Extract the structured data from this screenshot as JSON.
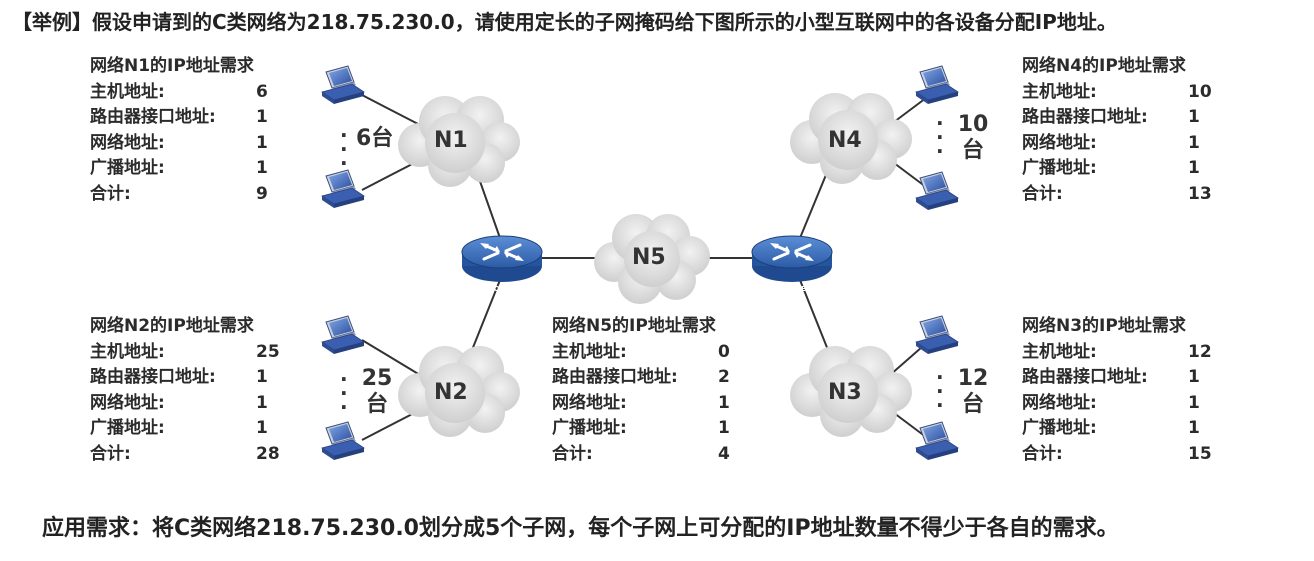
{
  "title": "【举例】假设申请到的C类网络为218.75.230.0，请使用定长的子网掩码给下图所示的小型互联网中的各设备分配IP地址。",
  "footer": "应用需求：将C类网络218.75.230.0划分成5个子网，每个子网上可分配的IP地址数量不得少于各自的需求。",
  "networks": {
    "n1": "N1",
    "n2": "N2",
    "n3": "N3",
    "n4": "N4",
    "n5": "N5"
  },
  "host_counts": {
    "n1": "6台",
    "n2_num": "25",
    "n2_unit": "台",
    "n3_num": "12",
    "n3_unit": "台",
    "n4_num": "10",
    "n4_unit": "台"
  },
  "router_label": "ROUTER",
  "requirements": {
    "n1": {
      "title": "网络N1的IP地址需求",
      "rows": [
        {
          "label": "主机地址:",
          "value": "6"
        },
        {
          "label": "路由器接口地址:",
          "value": "1"
        },
        {
          "label": "网络地址:",
          "value": "1"
        },
        {
          "label": "广播地址:",
          "value": "1"
        },
        {
          "label": "合计:",
          "value": "9"
        }
      ]
    },
    "n2": {
      "title": "网络N2的IP地址需求",
      "rows": [
        {
          "label": "主机地址:",
          "value": "25"
        },
        {
          "label": "路由器接口地址:",
          "value": "1"
        },
        {
          "label": "网络地址:",
          "value": "1"
        },
        {
          "label": "广播地址:",
          "value": "1"
        },
        {
          "label": "合计:",
          "value": "28"
        }
      ]
    },
    "n3": {
      "title": "网络N3的IP地址需求",
      "rows": [
        {
          "label": "主机地址:",
          "value": "12"
        },
        {
          "label": "路由器接口地址:",
          "value": "1"
        },
        {
          "label": "网络地址:",
          "value": "1"
        },
        {
          "label": "广播地址:",
          "value": "1"
        },
        {
          "label": "合计:",
          "value": "15"
        }
      ]
    },
    "n4": {
      "title": "网络N4的IP地址需求",
      "rows": [
        {
          "label": "主机地址:",
          "value": "10"
        },
        {
          "label": "路由器接口地址:",
          "value": "1"
        },
        {
          "label": "网络地址:",
          "value": "1"
        },
        {
          "label": "广播地址:",
          "value": "1"
        },
        {
          "label": "合计:",
          "value": "13"
        }
      ]
    },
    "n5": {
      "title": "网络N5的IP地址需求",
      "rows": [
        {
          "label": "主机地址:",
          "value": "0"
        },
        {
          "label": "路由器接口地址:",
          "value": "2"
        },
        {
          "label": "网络地址:",
          "value": "1"
        },
        {
          "label": "广播地址:",
          "value": "1"
        },
        {
          "label": "合计:",
          "value": "4"
        }
      ]
    }
  },
  "colors": {
    "cloud": "#d9d9d9",
    "router": "#2e5fa8",
    "computer": "#3b5fb0",
    "line": "#333333"
  }
}
